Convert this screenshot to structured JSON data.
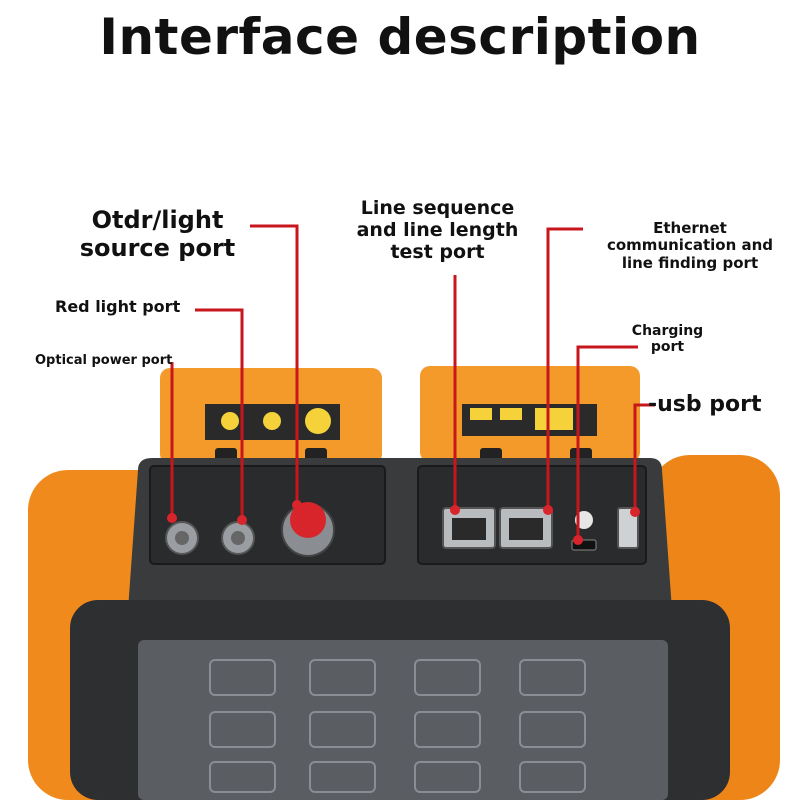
{
  "title": "Interface description",
  "labels": {
    "otdr_line1": "Otdr/light",
    "otdr_line2": "source port",
    "red_light": "Red light port",
    "optical_power": "Optical power port",
    "line_seq_1": "Line sequence",
    "line_seq_2": "and line length",
    "line_seq_3": "test port",
    "ethernet_1": "Ethernet",
    "ethernet_2": "communication and",
    "ethernet_3": "line finding port",
    "charging_1": "Charging",
    "charging_2": "port",
    "usb": "-usb port"
  },
  "colors": {
    "callout": "#c8161d",
    "case_orange": "#f08a1c",
    "body_dark": "#3a3b3d",
    "screen": "#5a5d62"
  }
}
